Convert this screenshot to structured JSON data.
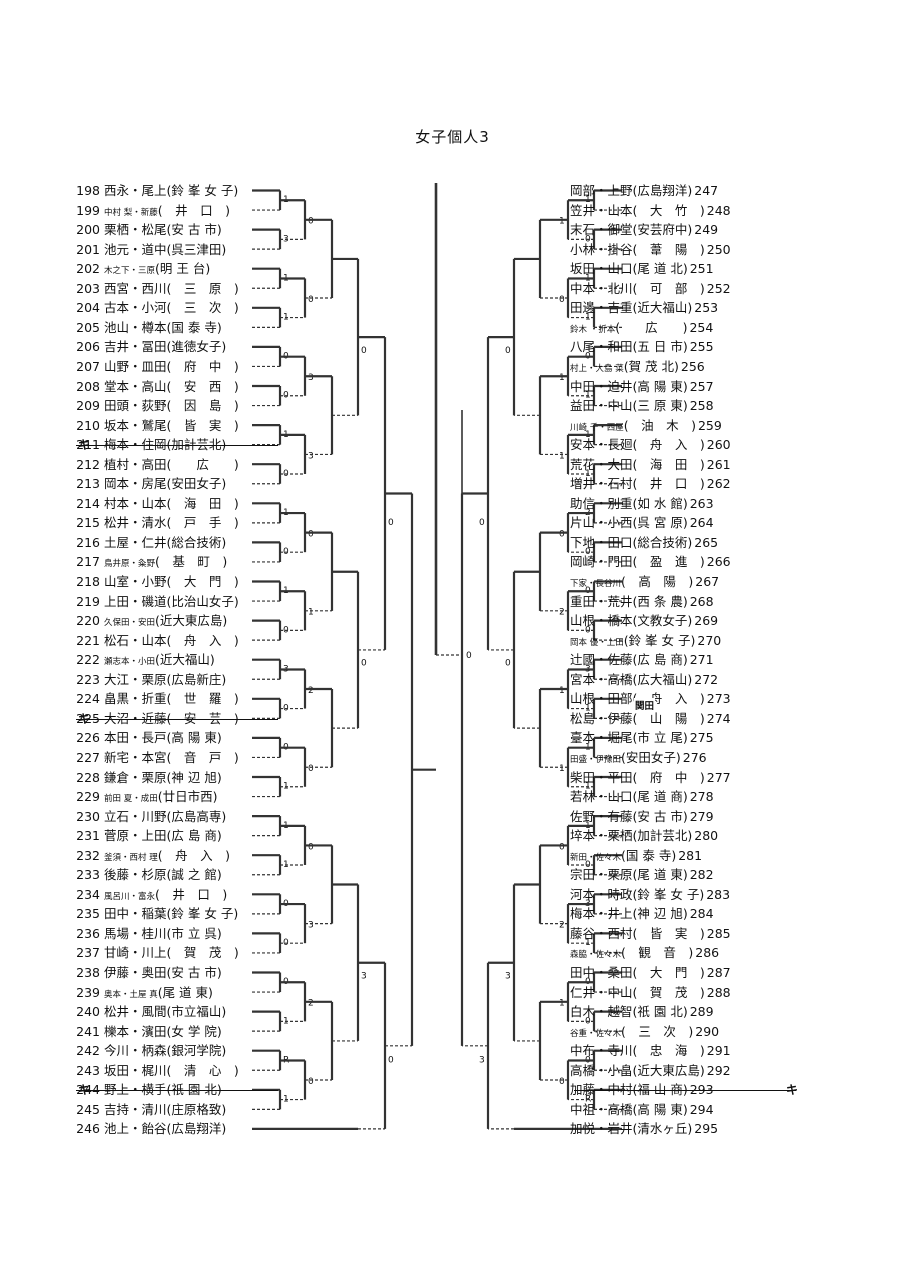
{
  "title": "女子個人3",
  "left_entries": [
    {
      "num": "198",
      "names": "西永・尾上",
      "school": "(鈴 峯 女 子)",
      "small": false,
      "withdrawn": false
    },
    {
      "num": "199",
      "names": "中村 梨・新藤",
      "school": "(　井　口　)",
      "small": true,
      "withdrawn": false
    },
    {
      "num": "200",
      "names": "栗栖・松尾",
      "school": "(安 古 市)",
      "small": false,
      "withdrawn": false
    },
    {
      "num": "201",
      "names": "池元・道中",
      "school": "(呉三津田)",
      "small": false,
      "withdrawn": false
    },
    {
      "num": "202",
      "names": "木之下・三原",
      "school": "(明 王 台)",
      "small": true,
      "withdrawn": false
    },
    {
      "num": "203",
      "names": "西宮・西川",
      "school": "(　三　原　)",
      "small": false,
      "withdrawn": false
    },
    {
      "num": "204",
      "names": "古本・小河",
      "school": "(　三　次　)",
      "small": false,
      "withdrawn": false
    },
    {
      "num": "205",
      "names": "池山・樽本",
      "school": "(国 泰 寺)",
      "small": false,
      "withdrawn": false
    },
    {
      "num": "206",
      "names": "吉井・冨田",
      "school": "(進徳女子)",
      "small": false,
      "withdrawn": false
    },
    {
      "num": "207",
      "names": "山野・皿田",
      "school": "(　府　中　)",
      "small": false,
      "withdrawn": false
    },
    {
      "num": "208",
      "names": "堂本・高山",
      "school": "(　安　西　)",
      "small": false,
      "withdrawn": false
    },
    {
      "num": "209",
      "names": "田頭・荻野",
      "school": "(　因　島　)",
      "small": false,
      "withdrawn": false
    },
    {
      "num": "210",
      "names": "坂本・鷲尾",
      "school": "(　皆　実　)",
      "small": false,
      "withdrawn": false
    },
    {
      "num": "211",
      "names": "梅本・住岡",
      "school": "(加計芸北)",
      "small": false,
      "withdrawn": true
    },
    {
      "num": "212",
      "names": "植村・高田",
      "school": "(　　広　　)",
      "small": false,
      "withdrawn": false
    },
    {
      "num": "213",
      "names": "岡本・房尾",
      "school": "(安田女子)",
      "small": false,
      "withdrawn": false
    },
    {
      "num": "214",
      "names": "村本・山本",
      "school": "(　海　田　)",
      "small": false,
      "withdrawn": false
    },
    {
      "num": "215",
      "names": "松井・清水",
      "school": "(　戸　手　)",
      "small": false,
      "withdrawn": false
    },
    {
      "num": "216",
      "names": "土屋・仁井",
      "school": "(総合技術)",
      "small": false,
      "withdrawn": false
    },
    {
      "num": "217",
      "names": "鳥井原・粂野",
      "school": "(　基　町　)",
      "small": true,
      "withdrawn": false
    },
    {
      "num": "218",
      "names": "山室・小野",
      "school": "(　大　門　)",
      "small": false,
      "withdrawn": false
    },
    {
      "num": "219",
      "names": "上田・磯道",
      "school": "(比治山女子)",
      "small": false,
      "withdrawn": false
    },
    {
      "num": "220",
      "names": "久保田・安田",
      "school": "(近大東広島)",
      "small": true,
      "withdrawn": false
    },
    {
      "num": "221",
      "names": "松石・山本",
      "school": "(　舟　入　)",
      "small": false,
      "withdrawn": false
    },
    {
      "num": "222",
      "names": "瀬志本・小田",
      "school": "(近大福山)",
      "small": true,
      "withdrawn": false
    },
    {
      "num": "223",
      "names": "大江・栗原",
      "school": "(広島新庄)",
      "small": false,
      "withdrawn": false
    },
    {
      "num": "224",
      "names": "畠黒・折重",
      "school": "(　世　羅　)",
      "small": false,
      "withdrawn": false
    },
    {
      "num": "225",
      "names": "大沼・近藤",
      "school": "(　安　芸　)",
      "small": false,
      "withdrawn": true
    },
    {
      "num": "226",
      "names": "本田・長戸",
      "school": "(高 陽 東)",
      "small": false,
      "withdrawn": false
    },
    {
      "num": "227",
      "names": "新宅・本宮",
      "school": "(　音　戸　)",
      "small": false,
      "withdrawn": false
    },
    {
      "num": "228",
      "names": "鎌倉・栗原",
      "school": "(神 辺 旭)",
      "small": false,
      "withdrawn": false
    },
    {
      "num": "229",
      "names": "前田 夏・成田",
      "school": "(廿日市西)",
      "small": true,
      "withdrawn": false
    },
    {
      "num": "230",
      "names": "立石・川野",
      "school": "(広島高専)",
      "small": false,
      "withdrawn": false
    },
    {
      "num": "231",
      "names": "菅原・上田",
      "school": "(広 島 商)",
      "small": false,
      "withdrawn": false
    },
    {
      "num": "232",
      "names": "釜須・西村 理",
      "school": "(　舟　入　)",
      "small": true,
      "withdrawn": false
    },
    {
      "num": "233",
      "names": "後藤・杉原",
      "school": "(誠 之 館)",
      "small": false,
      "withdrawn": false
    },
    {
      "num": "234",
      "names": "風呂川・富永",
      "school": "(　井　口　)",
      "small": true,
      "withdrawn": false
    },
    {
      "num": "235",
      "names": "田中・稲葉",
      "school": "(鈴 峯 女 子)",
      "small": false,
      "withdrawn": false
    },
    {
      "num": "236",
      "names": "馬場・桂川",
      "school": "(市 立 呉)",
      "small": false,
      "withdrawn": false
    },
    {
      "num": "237",
      "names": "甘崎・川上",
      "school": "(　賀　茂　)",
      "small": false,
      "withdrawn": false
    },
    {
      "num": "238",
      "names": "伊藤・奥田",
      "school": "(安 古 市)",
      "small": false,
      "withdrawn": false
    },
    {
      "num": "239",
      "names": "奥本・土屋 真",
      "school": "(尾 道 東)",
      "small": true,
      "withdrawn": false
    },
    {
      "num": "240",
      "names": "松井・風間",
      "school": "(市立福山)",
      "small": false,
      "withdrawn": false
    },
    {
      "num": "241",
      "names": "櫟本・濱田",
      "school": "(女 学 院)",
      "small": false,
      "withdrawn": false
    },
    {
      "num": "242",
      "names": "今川・柄森",
      "school": "(銀河学院)",
      "small": false,
      "withdrawn": false
    },
    {
      "num": "243",
      "names": "坂田・梶川",
      "school": "(　清　心　)",
      "small": false,
      "withdrawn": false
    },
    {
      "num": "244",
      "names": "野上・横手",
      "school": "(祇 園 北)",
      "small": false,
      "withdrawn": true
    },
    {
      "num": "245",
      "names": "吉持・清川",
      "school": "(庄原格致)",
      "small": false,
      "withdrawn": false
    },
    {
      "num": "246",
      "names": "池上・飴谷",
      "school": "(広島翔洋)",
      "small": false,
      "withdrawn": false
    }
  ],
  "right_entries": [
    {
      "num": "247",
      "names": "岡部・上野",
      "school": "(広島翔洋)",
      "small": false,
      "withdrawn": false
    },
    {
      "num": "248",
      "names": "笠井・山本",
      "school": "(　大　竹　)",
      "small": false,
      "withdrawn": false
    },
    {
      "num": "249",
      "names": "末石・御堂",
      "school": "(安芸府中)",
      "small": false,
      "withdrawn": false
    },
    {
      "num": "250",
      "names": "小林・掛谷",
      "school": "(　葦　陽　)",
      "small": false,
      "withdrawn": false
    },
    {
      "num": "251",
      "names": "坂田・山口",
      "school": "(尾 道 北)",
      "small": false,
      "withdrawn": false
    },
    {
      "num": "252",
      "names": "中本・北川",
      "school": "(　可　部　)",
      "small": false,
      "withdrawn": false
    },
    {
      "num": "253",
      "names": "田邊・吉重",
      "school": "(近大福山)",
      "small": false,
      "withdrawn": false
    },
    {
      "num": "254",
      "names": "鈴木 ・折本",
      "school": "(　　広　　)",
      "small": true,
      "withdrawn": false
    },
    {
      "num": "255",
      "names": "八尾・和田",
      "school": "(五 日 市)",
      "small": false,
      "withdrawn": false
    },
    {
      "num": "256",
      "names": "村上・大島 菜",
      "school": "(賀 茂 北)",
      "small": true,
      "withdrawn": false
    },
    {
      "num": "257",
      "names": "中田・迫井",
      "school": "(高 陽 東)",
      "small": false,
      "withdrawn": false
    },
    {
      "num": "258",
      "names": "益田・中山",
      "school": "(三 原 東)",
      "small": false,
      "withdrawn": false
    },
    {
      "num": "259",
      "names": "川崎 千・西屋",
      "school": "(　油　木　)",
      "small": true,
      "withdrawn": false
    },
    {
      "num": "260",
      "names": "安本・長廻",
      "school": "(　舟　入　)",
      "small": false,
      "withdrawn": false
    },
    {
      "num": "261",
      "names": "荒花・大田",
      "school": "(　海　田　)",
      "small": false,
      "withdrawn": false
    },
    {
      "num": "262",
      "names": "増井・石村",
      "school": "(　井　口　)",
      "small": false,
      "withdrawn": false
    },
    {
      "num": "263",
      "names": "助信・別重",
      "school": "(如 水 館)",
      "small": false,
      "withdrawn": false
    },
    {
      "num": "264",
      "names": "片山・小西",
      "school": "(呉 宮 原)",
      "small": false,
      "withdrawn": false
    },
    {
      "num": "265",
      "names": "下地・田口",
      "school": "(総合技術)",
      "small": false,
      "withdrawn": false
    },
    {
      "num": "266",
      "names": "岡崎・門田",
      "school": "(　盈　進　)",
      "small": false,
      "withdrawn": false
    },
    {
      "num": "267",
      "names": "下家・長谷川",
      "school": "(　高　陽　)",
      "small": true,
      "withdrawn": false
    },
    {
      "num": "268",
      "names": "重田・荒井",
      "school": "(西 条 農)",
      "small": false,
      "withdrawn": false
    },
    {
      "num": "269",
      "names": "山根・橋本",
      "school": "(文教女子)",
      "small": false,
      "withdrawn": false
    },
    {
      "num": "270",
      "names": "岡本 優・上田",
      "school": "(鈴 峯 女 子)",
      "small": true,
      "withdrawn": false
    },
    {
      "num": "271",
      "names": "辻國・佐藤",
      "school": "(広 島 商)",
      "small": false,
      "withdrawn": false
    },
    {
      "num": "272",
      "names": "宮本・高橋",
      "school": "(広大福山)",
      "small": false,
      "withdrawn": false
    },
    {
      "num": "273",
      "names": "山根・田部",
      "school": "(　舟　入　)",
      "small": false,
      "withdrawn": false
    },
    {
      "num": "274",
      "names": "松島・伊藤",
      "school": "(　山　陽　)",
      "small": false,
      "withdrawn": false
    },
    {
      "num": "275",
      "names": "臺本・堀尾",
      "school": "(市 立 尾)",
      "small": false,
      "withdrawn": false
    },
    {
      "num": "276",
      "names": "田盛・伊豫田",
      "school": "(安田女子)",
      "small": true,
      "withdrawn": false
    },
    {
      "num": "277",
      "names": "柴田・平田",
      "school": "(　府　中　)",
      "small": false,
      "withdrawn": false
    },
    {
      "num": "278",
      "names": "若林・山口",
      "school": "(尾 道 商)",
      "small": false,
      "withdrawn": false
    },
    {
      "num": "279",
      "names": "佐野・有藤",
      "school": "(安 古 市)",
      "small": false,
      "withdrawn": false
    },
    {
      "num": "280",
      "names": "埣本・栗栖",
      "school": "(加計芸北)",
      "small": false,
      "withdrawn": false
    },
    {
      "num": "281",
      "names": "新田・佐々木",
      "school": "(国 泰 寺)",
      "small": true,
      "withdrawn": false
    },
    {
      "num": "282",
      "names": "宗田・栗原",
      "school": "(尾 道 東)",
      "small": false,
      "withdrawn": false
    },
    {
      "num": "283",
      "names": "河本・時政",
      "school": "(鈴 峯 女 子)",
      "small": false,
      "withdrawn": false
    },
    {
      "num": "284",
      "names": "梅本・井上",
      "school": "(神 辺 旭)",
      "small": false,
      "withdrawn": false
    },
    {
      "num": "285",
      "names": "藤谷・西村",
      "school": "(　皆　実　)",
      "small": false,
      "withdrawn": false
    },
    {
      "num": "286",
      "names": "森脇・佐々木",
      "school": "(　観　音　)",
      "small": true,
      "withdrawn": false
    },
    {
      "num": "287",
      "names": "田中・桑田",
      "school": "(　大　門　)",
      "small": false,
      "withdrawn": false
    },
    {
      "num": "288",
      "names": "仁井・中山",
      "school": "(　賀　茂　)",
      "small": false,
      "withdrawn": false
    },
    {
      "num": "289",
      "names": "白木・越智",
      "school": "(祇 園 北)",
      "small": false,
      "withdrawn": false
    },
    {
      "num": "290",
      "names": "谷重・佐々木",
      "school": "(　三　次　)",
      "small": true,
      "withdrawn": false
    },
    {
      "num": "291",
      "names": "中布・寺川",
      "school": "(　忠　海　)",
      "small": false,
      "withdrawn": false
    },
    {
      "num": "292",
      "names": "高橋・小畠",
      "school": "(近大東広島)",
      "small": false,
      "withdrawn": false
    },
    {
      "num": "293",
      "names": "加藤・中村",
      "school": "(福 山 商)",
      "small": false,
      "withdrawn": true
    },
    {
      "num": "294",
      "names": "中祖・高橋",
      "school": "(高 陽 東)",
      "small": false,
      "withdrawn": false
    },
    {
      "num": "295",
      "names": "加悦・岩井",
      "school": "(清水ヶ丘)",
      "small": false,
      "withdrawn": false
    }
  ],
  "annotations": {
    "correction_note": "関田",
    "withdrawal_mark": "キ"
  },
  "score_labels": {
    "l1": [
      "1",
      "3",
      "1",
      "1",
      "0",
      "0",
      "1",
      "0",
      "1",
      "0",
      "1",
      "0",
      "3",
      "0",
      "0",
      "1",
      "1",
      "1",
      "0",
      "0",
      "0",
      "1",
      "R",
      "1",
      "0"
    ],
    "l2": [
      "0",
      "0",
      "3",
      "3",
      "0",
      "1",
      "2",
      "0",
      "0",
      "3",
      "2",
      "0"
    ],
    "l3": [
      "0",
      "0",
      "3",
      "0",
      "2",
      "0"
    ],
    "l4": [
      "0",
      "0",
      "3"
    ],
    "r1": [
      "1",
      "0",
      "1",
      "1",
      "0",
      "1",
      "1",
      "1",
      "2",
      "0",
      "0",
      "0",
      "3",
      "1",
      "1",
      "1",
      "1",
      "0",
      "3",
      "1",
      "0",
      "0",
      "0",
      "R"
    ],
    "r2": [
      "1",
      "0",
      "1",
      "1",
      "0",
      "2",
      "1",
      "1",
      "0",
      "2",
      "1",
      "0",
      "0"
    ],
    "r3": [
      "0",
      "0",
      "3",
      "0",
      "0",
      "0"
    ],
    "r4": [
      "0",
      "3"
    ],
    "final": "0"
  }
}
